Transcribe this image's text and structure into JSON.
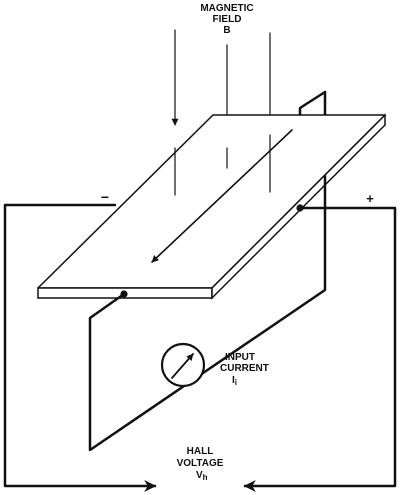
{
  "labels": {
    "field_line1": "MAGNETIC",
    "field_line2": "FIELD",
    "field_symbol": "B",
    "minus": "−",
    "plus": "+",
    "current_line1": "INPUT",
    "current_line2": "CURRENT",
    "current_symbol": "I",
    "current_sub": "i",
    "voltage_line1": "HALL",
    "voltage_line2": "VOLTAGE",
    "voltage_symbol": "V",
    "voltage_sub": "h"
  }
}
